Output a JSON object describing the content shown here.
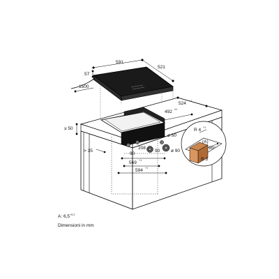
{
  "dimensions": {
    "hob_width": "591",
    "hob_depth": "521",
    "hob_height": "57",
    "cable_length": "1500",
    "cutout_depth": "524",
    "cutout_depth_tol": "+1",
    "cutout_inner": "492",
    "cutout_inner_tol": "±1",
    "front_margin": "≥ 50",
    "side_margin": "> 35",
    "knob_spacing": "208",
    "cutout_width": "569",
    "cutout_width_tol": "+1",
    "outer_width": "594",
    "outer_width_tol": "+1",
    "knob_angle_left": "90",
    "knob_angle_right": "90",
    "hole_small": "ø 50",
    "hole_large": "ø 90",
    "radius_upper": "R 4",
    "radius_upper_tol": "+1",
    "radius_lower": "R 3",
    "detail_marker": "(A)",
    "detail_angle": "90°"
  },
  "footnote": {
    "label": "A:",
    "value": "6,5",
    "tolerance": "+0,2"
  },
  "caption": "Dimensioni in mm"
}
